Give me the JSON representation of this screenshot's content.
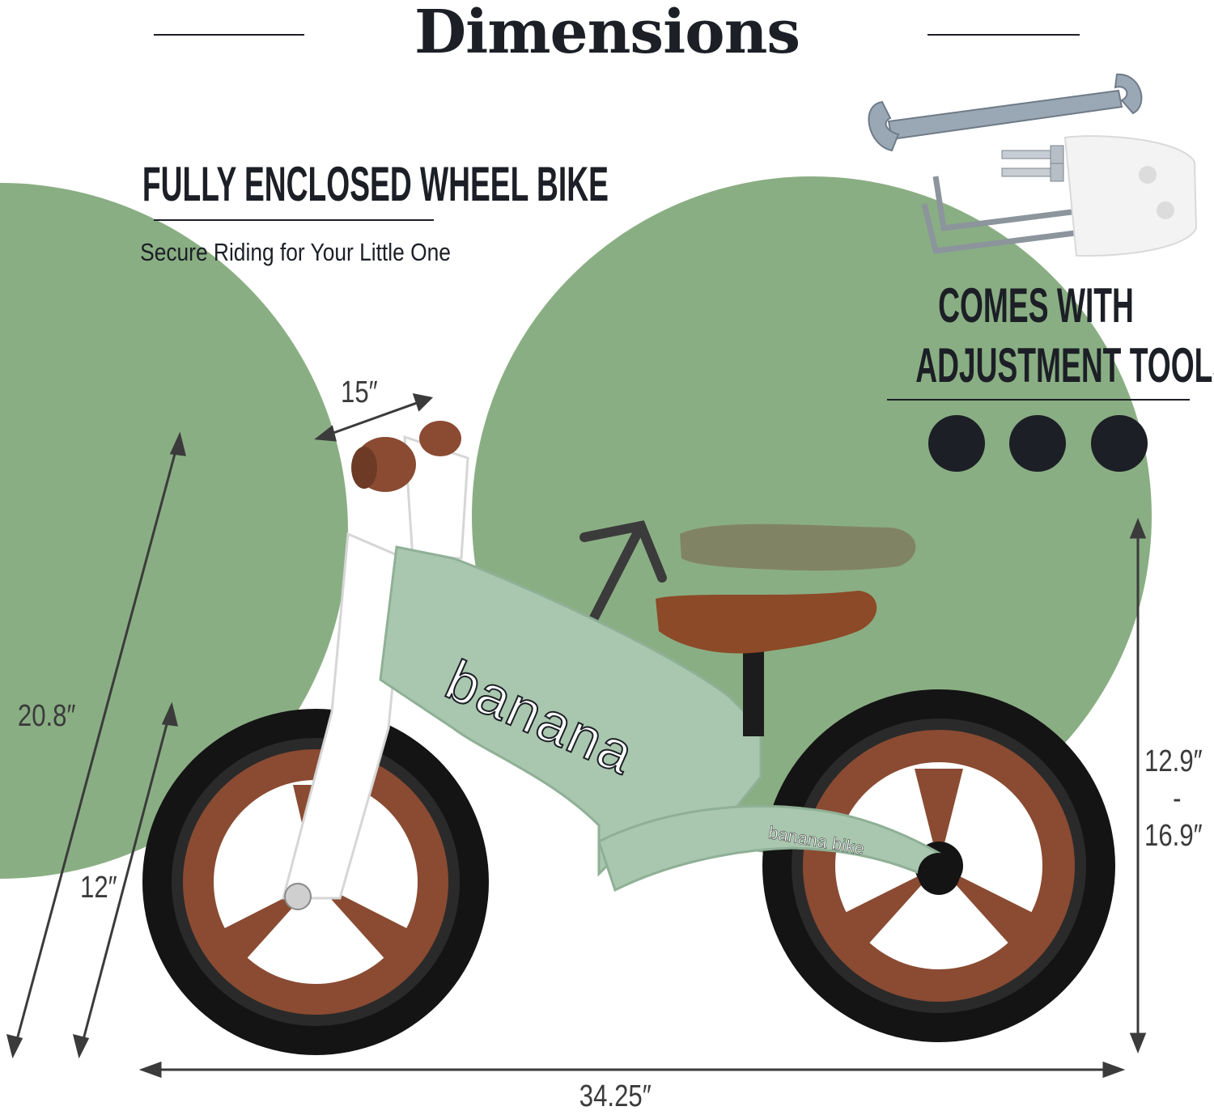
{
  "title": "Dimensions",
  "left_feature": {
    "heading": "FULLY ENCLOSED WHEEL BIKE",
    "subheading": "Secure Riding for Your Little One"
  },
  "right_feature": {
    "heading_line1": "COMES WITH",
    "heading_line2": "ADJUSTMENT TOOLS"
  },
  "dimensions": {
    "handlebar_width": "15″",
    "overall_height": "20.8″",
    "wheel_size": "12″",
    "seat_height_min": "12.9″",
    "seat_height_sep": "-",
    "seat_height_max": "16.9″",
    "length": "34.25″"
  },
  "brand": {
    "frame_text": "banana",
    "guard_text": "banana bike"
  },
  "colors": {
    "accent_green": "#8aae83",
    "frame_green": "#a8c7ae",
    "dark": "#1c1f26",
    "wheel_brown": "#8a4b32",
    "seat_brown": "#8c4a28",
    "tire_black": "#141414",
    "arrow_gray": "#3b3b3b"
  },
  "icons": [
    "wrench-icon",
    "hex-key-icon",
    "bolt-icon",
    "mount-bracket-icon",
    "dot-icon",
    "arrow-up-icon"
  ]
}
